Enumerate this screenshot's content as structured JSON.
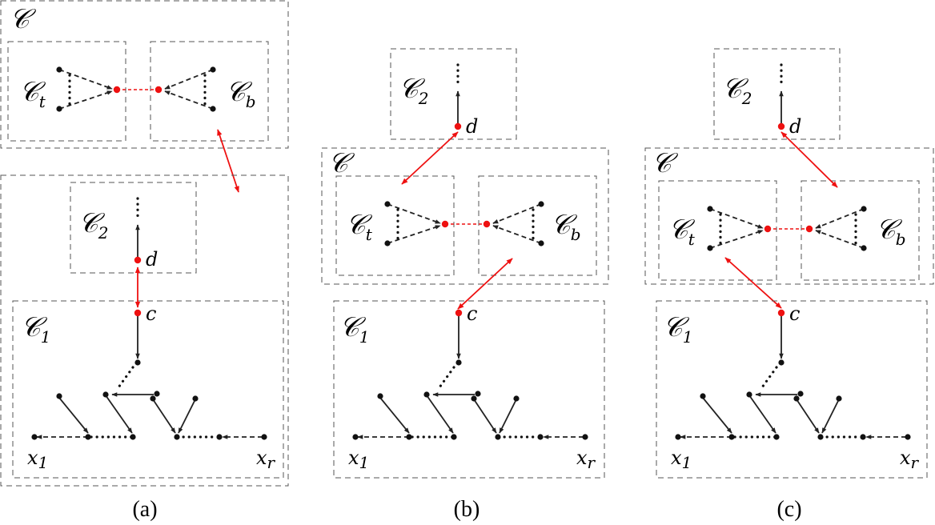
{
  "labels": {
    "clique_main": "𝒞",
    "clique_top": "𝒞",
    "clique_top_sub": "t",
    "clique_bottom": "𝒞",
    "clique_bottom_sub": "b",
    "chain_one": "𝒞",
    "chain_one_sub": "1",
    "chain_two": "𝒞",
    "chain_two_sub": "2",
    "vertex_c": "c",
    "vertex_d": "d",
    "vertex_x1": "x",
    "vertex_x1_sub": "1",
    "vertex_xr": "x",
    "vertex_xr_sub": "r"
  },
  "captions": [
    "(a)",
    "(b)",
    "(c)"
  ],
  "colors": {
    "highlight": "#e11111",
    "edge": "#222222",
    "box_border": "#555555"
  }
}
